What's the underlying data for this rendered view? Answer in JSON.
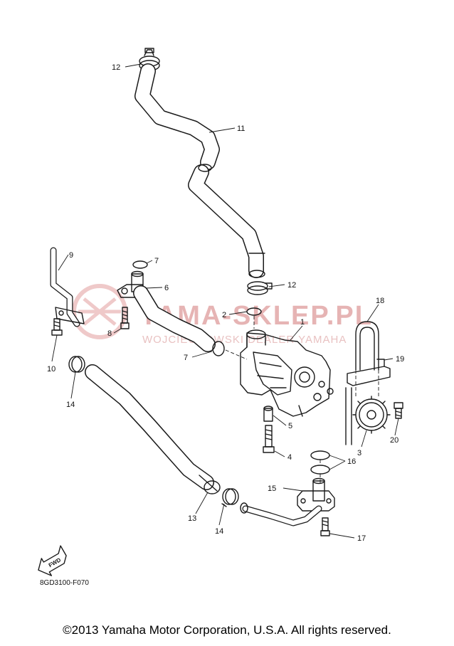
{
  "diagram_code": "8GD3100-F070",
  "fwd_label": "FWD",
  "watermark": {
    "main": "YAMA-SKLEP.PL",
    "sub": "WOJCIECHOWSKI DEALER YAMAHA"
  },
  "copyright": "©2013 Yamaha Motor Corporation, U.S.A. All rights reserved.",
  "callouts": {
    "c1": "1",
    "c2": "2",
    "c3": "3",
    "c4": "4",
    "c5": "5",
    "c6": "6",
    "c7a": "7",
    "c7b": "7",
    "c8": "8",
    "c9": "9",
    "c10": "10",
    "c11": "11",
    "c12a": "12",
    "c12b": "12",
    "c13": "13",
    "c14a": "14",
    "c14b": "14",
    "c15": "15",
    "c16": "16",
    "c17": "17",
    "c18": "18",
    "c19": "19",
    "c20": "20"
  },
  "colors": {
    "line": "#1a1a1a",
    "watermark": "#e6b4b4"
  }
}
